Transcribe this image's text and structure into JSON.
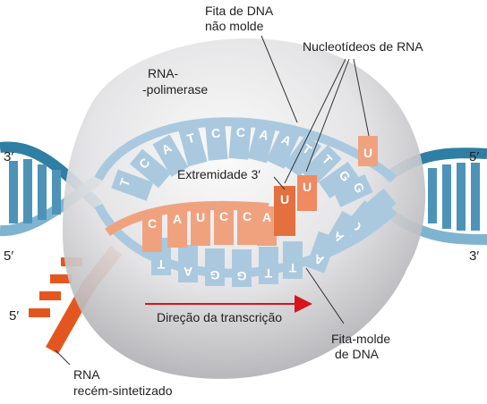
{
  "labels": {
    "non_template_strand": [
      "Fita de DNA",
      "não molde"
    ],
    "rna_nucleotides": "Nucleotídeos de RNA",
    "rna_polymerase": [
      "RNA-",
      "-polimerase"
    ],
    "three_prime_end": "Extremidade 3′",
    "transcription_direction": "Direção da transcrição",
    "template_strand": [
      "Fita-molde",
      "de DNA"
    ],
    "new_rna": [
      "RNA",
      "recém-sintetizado"
    ]
  },
  "strand_ends": {
    "dna_top_left": "3′",
    "dna_bottom_left": "5′",
    "dna_top_right": "5′",
    "dna_bottom_right": "3′",
    "rna_5prime": "5′"
  },
  "sequences": {
    "non_template_top": [
      "T",
      "C",
      "A",
      "T",
      "C",
      "C",
      "A",
      "A",
      "T",
      "T"
    ],
    "non_template_right": [
      "G",
      "G"
    ],
    "template_right": [
      "C",
      "C",
      "A"
    ],
    "template_bottom": [
      "T",
      "A",
      "G",
      "G",
      "T",
      "T",
      "A"
    ],
    "rna_in_bubble": [
      "C",
      "A",
      "U",
      "C",
      "C",
      "A"
    ],
    "rna_3prime_base": "U",
    "free_nucleotides": [
      "U",
      "U"
    ]
  },
  "colors": {
    "dna_blue": "#2f7ea3",
    "dna_light_blue": "#aac9df",
    "rna_orange": "#e46a3a",
    "rna_light_orange": "#f0a27f",
    "polymerase_gray": "#d9d9dc",
    "arrow_red": "#d9141c"
  }
}
